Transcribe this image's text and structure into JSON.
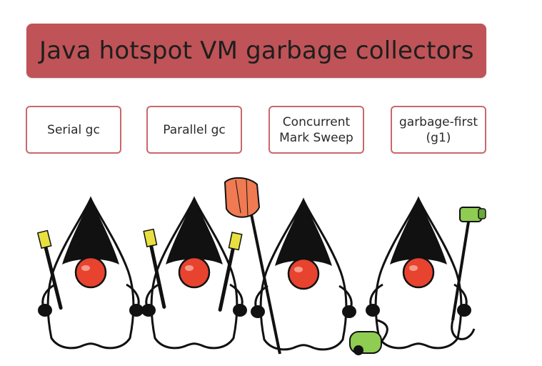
{
  "title": "Java hotspot VM garbage collectors",
  "collectors": [
    {
      "label": "Serial gc",
      "tool": "toothbrush"
    },
    {
      "label": "Parallel gc",
      "tool": "two toothbrushes"
    },
    {
      "label": "Concurrent\nMark Sweep",
      "tool": "broom"
    },
    {
      "label": "garbage-first\n(g1)",
      "tool": "vacuum cleaner"
    }
  ],
  "colors": {
    "banner": "#bf5357",
    "box_border": "#c9686c",
    "duke_nose": "#e8432f",
    "broom": "#f07a52",
    "vacuum": "#8fcc52",
    "toothbrush": "#e8e040"
  }
}
